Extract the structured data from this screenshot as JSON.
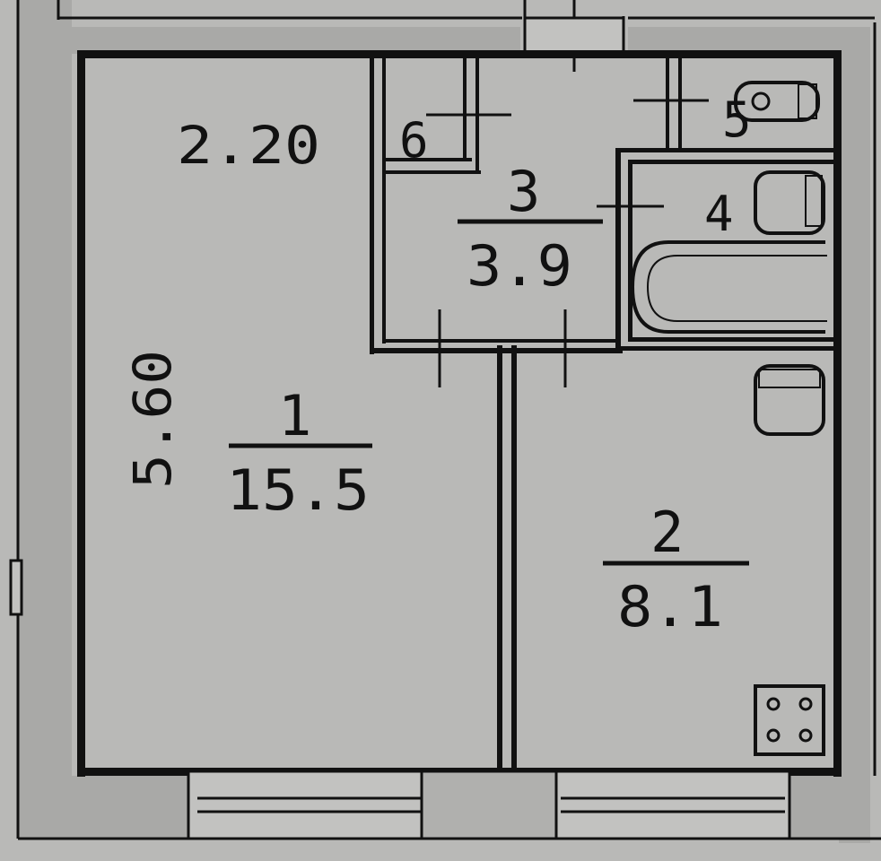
{
  "dimensions": {
    "width_label": "2.20",
    "height_label": "5.60"
  },
  "rooms": [
    {
      "number": "1",
      "area": "15.5"
    },
    {
      "number": "2",
      "area": "8.1"
    },
    {
      "number": "3",
      "area": "3.9"
    },
    {
      "number": "4"
    },
    {
      "number": "5"
    },
    {
      "number": "6"
    }
  ],
  "fixtures": [
    "bathtub-icon",
    "sink-icon",
    "toilet-icon",
    "fridge-icon",
    "stove-icon"
  ],
  "colors": {
    "paper": "#b9b9b7",
    "line": "#111111"
  }
}
